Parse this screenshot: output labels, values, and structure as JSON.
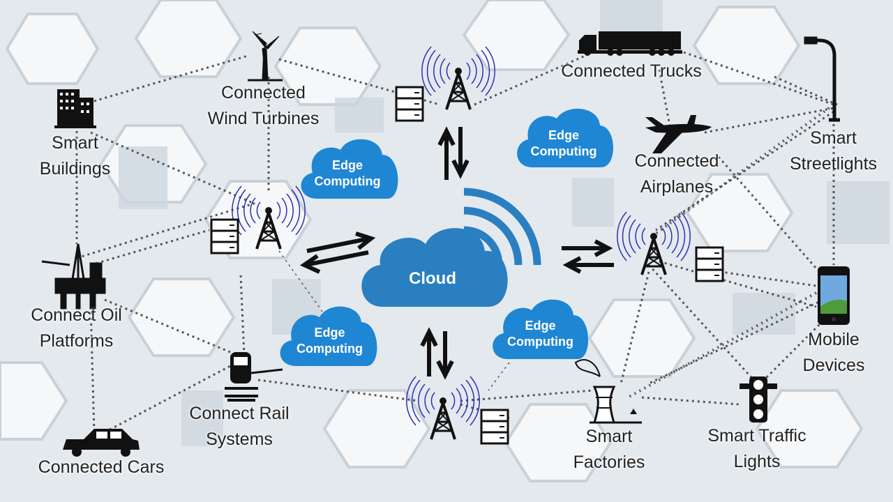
{
  "cloud": {
    "label": "Cloud"
  },
  "edge_label": "Edge\nComputing",
  "nodes": {
    "connected_trucks": "Connected Trucks",
    "wind_turbines": "Connected\nWind Turbines",
    "smart_buildings": "Smart\nBuildings",
    "smart_streetlights": "Smart\nStreetlights",
    "connected_airplanes": "Connected\nAirplanes",
    "oil_platforms": "Connect Oil\nPlatforms",
    "mobile_devices": "Mobile\nDevices",
    "rail_systems": "Connect Rail\nSystems",
    "smart_factories": "Smart\nFactories",
    "traffic_lights": "Smart Traffic\nLights",
    "connected_cars": "Connected Cars"
  },
  "colors": {
    "cloud": "#2a7fc1",
    "edge_cloud": "#1f86d4",
    "tower_wave": "#2b2fb5",
    "link": "#555555"
  },
  "icons": [
    "tower-icon",
    "server-icon",
    "truck-icon",
    "wind-turbine-icon",
    "building-icon",
    "streetlight-icon",
    "airplane-icon",
    "oil-platform-icon",
    "smartphone-icon",
    "train-icon",
    "factory-icon",
    "traffic-light-icon",
    "car-icon"
  ]
}
